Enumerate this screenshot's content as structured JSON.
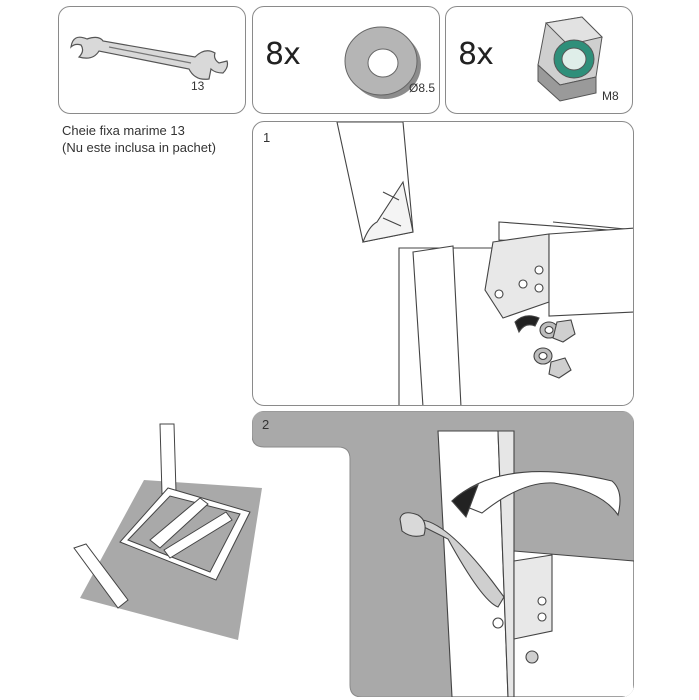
{
  "parts": {
    "wrench": {
      "icon": "wrench-icon",
      "size_label": "13"
    },
    "washer": {
      "quantity": "8x",
      "icon": "washer-icon",
      "size_label": "Ø8.5"
    },
    "nut": {
      "quantity": "8x",
      "icon": "lock-nut-icon",
      "size_label": "M8"
    }
  },
  "tool_caption": {
    "line1": "Cheie fixa marime 13",
    "line2": "(Nu este inclusa in pachet)"
  },
  "steps": [
    {
      "number": "1"
    },
    {
      "number": "2"
    }
  ],
  "colors": {
    "outline": "#8a8a8a",
    "gray_panel": "#a9a9a9",
    "nut_green": "#2f8f7a",
    "metal": "#c8c8c8"
  }
}
